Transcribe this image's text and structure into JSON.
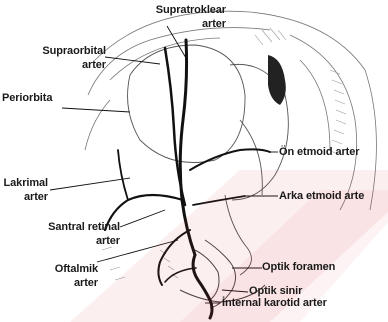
{
  "labels": {
    "supratroklear_l1": "Supratroklear",
    "supratroklear_l2": "arter",
    "supraorbital_l1": "Supraorbital",
    "supraorbital_l2": "arter",
    "periorbita": "Periorbita",
    "lakrimal_l1": "Lakrimal",
    "lakrimal_l2": "arter",
    "santral_l1": "Santral retinal",
    "santral_l2": "arter",
    "oftalmik_l1": "Oftalmik",
    "oftalmik_l2": "arter",
    "on_etmoid": "Ön etmoid arter",
    "arka_etmoid": "Arka etmoid arte",
    "optik_foramen": "Optik foramen",
    "optik_sinir": "Optik sinir",
    "internal_karotid": "İnternal karotid arter"
  },
  "colors": {
    "ink": "#1a1a1a",
    "watermark": "#d9383f"
  }
}
